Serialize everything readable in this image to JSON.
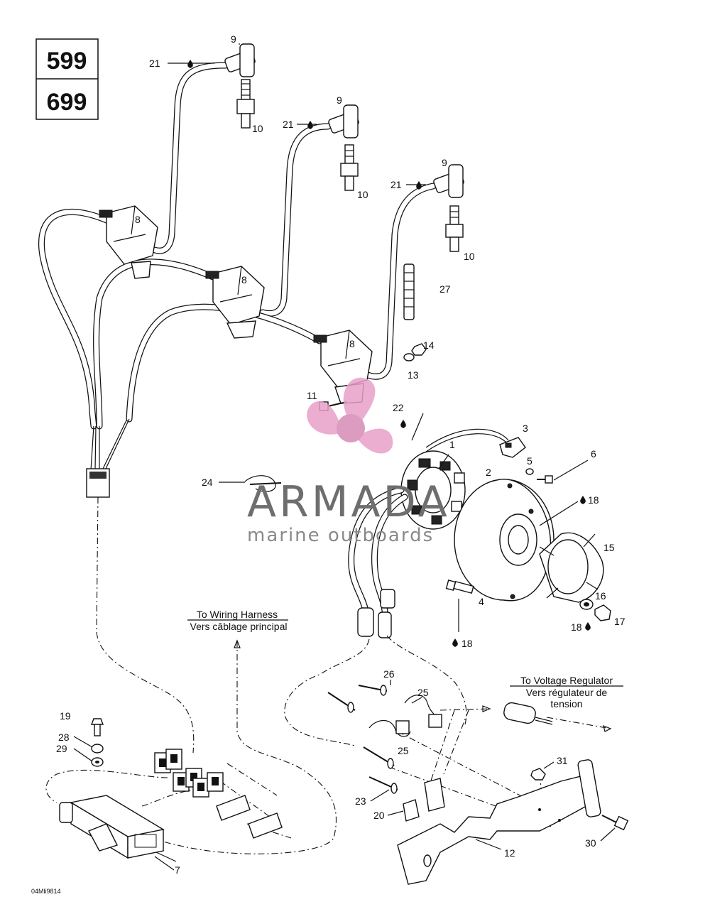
{
  "models": [
    "599",
    "699"
  ],
  "watermark": {
    "brand": "ARMADA",
    "tagline": "marine outboards",
    "accent": "#e8a0c8"
  },
  "captions": {
    "wiring_harness_en": "To Wiring Harness",
    "wiring_harness_fr": "Vers câblage principal",
    "voltage_regulator_en": "To Voltage Regulator",
    "voltage_regulator_fr_1": "Vers régulateur de",
    "voltage_regulator_fr_2": "tension"
  },
  "drawing_code": "04Mli9814",
  "callouts": {
    "c9a": "9",
    "c9b": "9",
    "c9c": "9",
    "c21a": "21",
    "c21b": "21",
    "c21c": "21",
    "c10a": "10",
    "c10b": "10",
    "c10c": "10",
    "c8a": "8",
    "c8b": "8",
    "c8c": "8",
    "c27": "27",
    "c14": "14",
    "c13": "13",
    "c11": "11",
    "c22": "22",
    "c1": "1",
    "c3": "3",
    "c5": "5",
    "c6": "6",
    "c2": "2",
    "c18a": "18",
    "c15": "15",
    "c24": "24",
    "c4": "4",
    "c16": "16",
    "c17": "17",
    "c18b": "18",
    "c18c": "18",
    "c26": "26",
    "c25a": "25",
    "c25b": "25",
    "c19": "19",
    "c28": "28",
    "c29": "29",
    "c31": "31",
    "c23": "23",
    "c20": "20",
    "c12": "12",
    "c30": "30",
    "c7": "7"
  }
}
